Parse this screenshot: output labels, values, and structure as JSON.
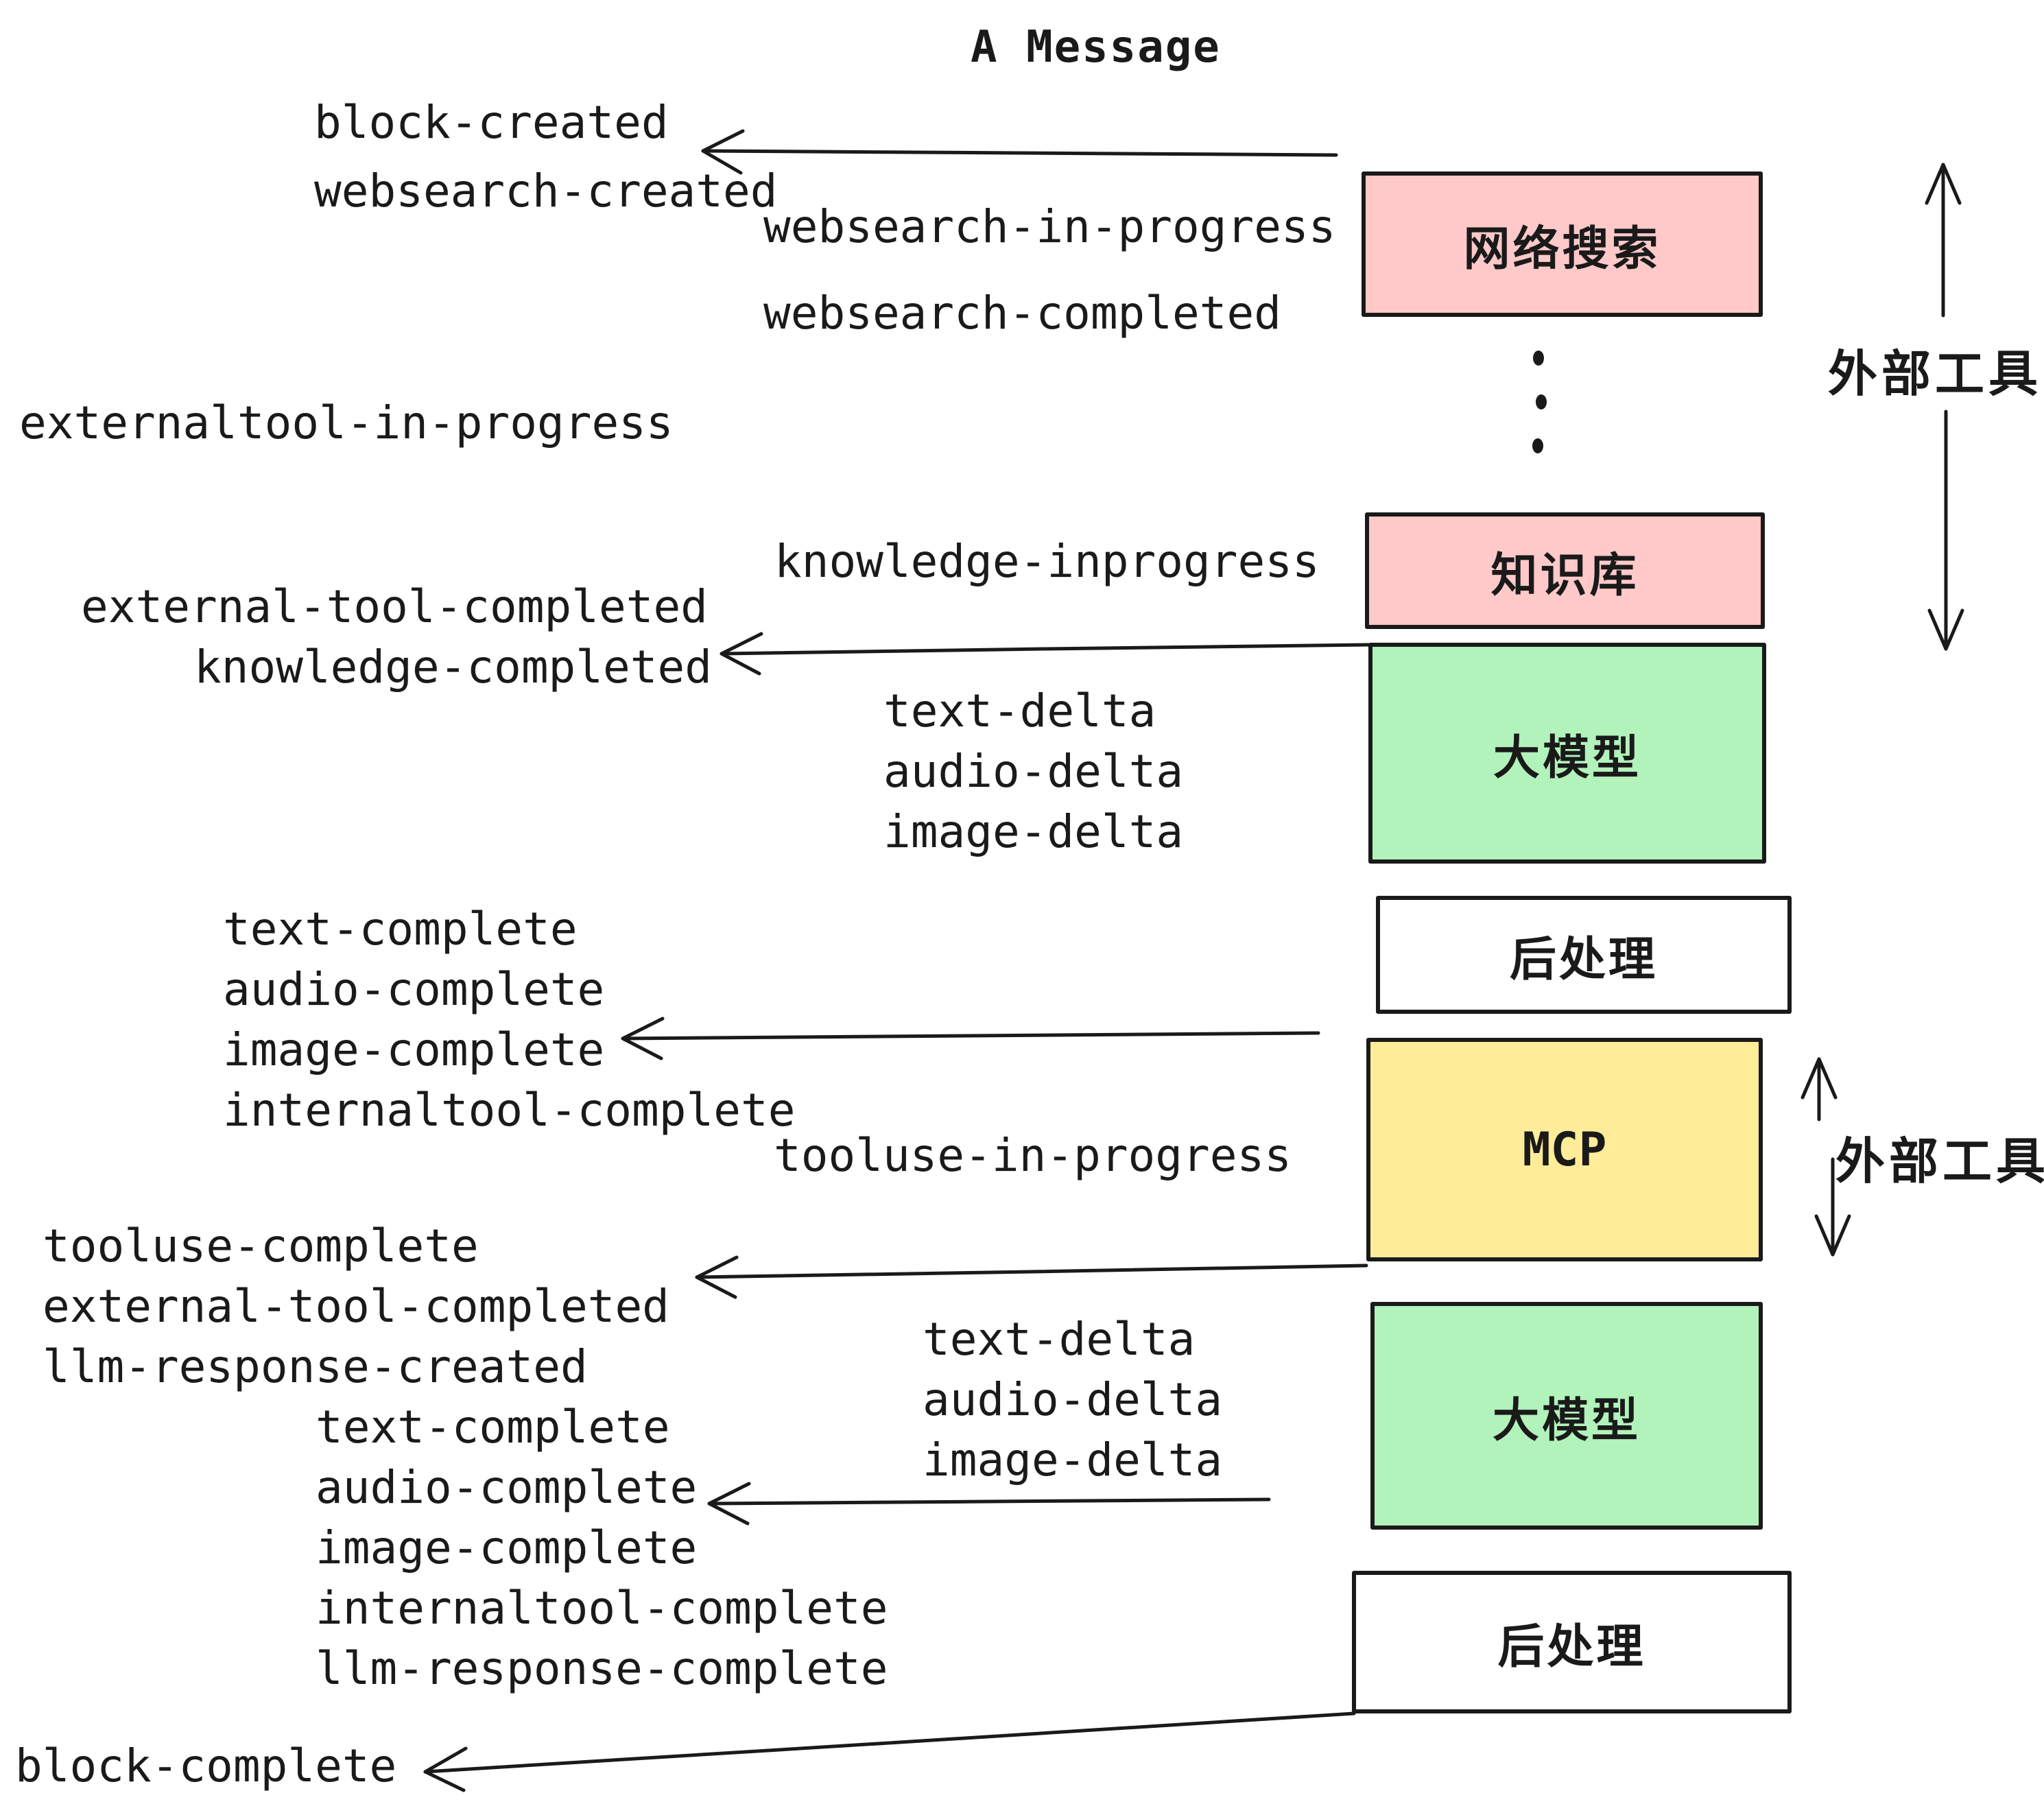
{
  "title": "A Message",
  "boxes": [
    {
      "id": "websearch",
      "label": "网络搜索",
      "color": "#ffc9c9"
    },
    {
      "id": "knowledge",
      "label": "知识库",
      "color": "#ffc9c9"
    },
    {
      "id": "llm1",
      "label": "大模型",
      "color": "#b2f2bb"
    },
    {
      "id": "post1",
      "label": "后处理",
      "color": "#ffffff"
    },
    {
      "id": "mcp",
      "label": "MCP",
      "color": "#ffec99"
    },
    {
      "id": "llm2",
      "label": "大模型",
      "color": "#b2f2bb"
    },
    {
      "id": "post2",
      "label": "后处理",
      "color": "#ffffff"
    }
  ],
  "events": [
    {
      "text": "block-created"
    },
    {
      "text": "websearch-created"
    },
    {
      "text": "websearch-in-progress"
    },
    {
      "text": "websearch-completed"
    },
    {
      "text": "externaltool-in-progress"
    },
    {
      "text": "knowledge-inprogress"
    },
    {
      "text": "external-tool-completed"
    },
    {
      "text": "knowledge-completed"
    },
    {
      "text": "text-delta"
    },
    {
      "text": "audio-delta"
    },
    {
      "text": "image-delta"
    },
    {
      "text": "text-complete"
    },
    {
      "text": "audio-complete"
    },
    {
      "text": "image-complete"
    },
    {
      "text": "internaltool-complete"
    },
    {
      "text": "tooluse-in-progress"
    },
    {
      "text": "tooluse-complete"
    },
    {
      "text": "external-tool-completed"
    },
    {
      "text": "llm-response-created"
    },
    {
      "text": "text-complete"
    },
    {
      "text": "audio-complete"
    },
    {
      "text": "image-complete"
    },
    {
      "text": "internaltool-complete"
    },
    {
      "text": "llm-response-complete"
    },
    {
      "text": "text-delta"
    },
    {
      "text": "audio-delta"
    },
    {
      "text": "image-delta"
    },
    {
      "text": "block-complete"
    }
  ],
  "annotations": {
    "external_tools_top": "外部工具",
    "external_tools_bottom": "外部工具"
  },
  "colors": {
    "ink": "#1a1a1a",
    "pink": "#ffc9c9",
    "green": "#b2f2bb",
    "yellow": "#ffec99",
    "white": "#ffffff"
  }
}
